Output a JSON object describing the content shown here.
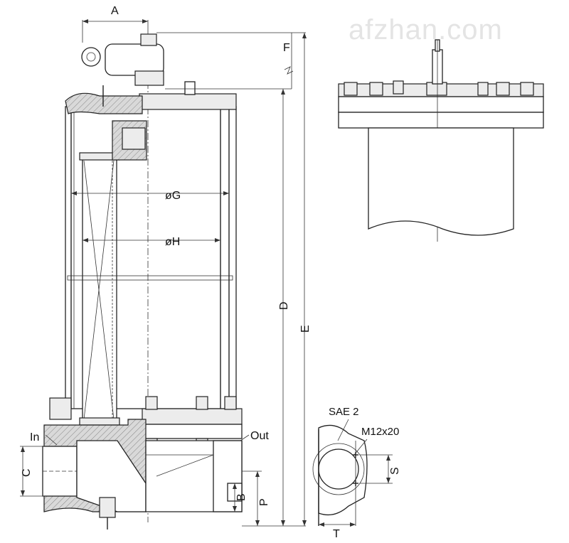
{
  "watermark": "afzhan.com",
  "labels": {
    "A": "A",
    "F": "F",
    "G": "øG",
    "H": "øH",
    "D": "D",
    "E": "E",
    "In": "In",
    "Out": "Out",
    "C": "C",
    "B": "B",
    "P": "P",
    "S": "S",
    "T": "T",
    "sae": "SAE 2",
    "bolt": "M12x20"
  }
}
